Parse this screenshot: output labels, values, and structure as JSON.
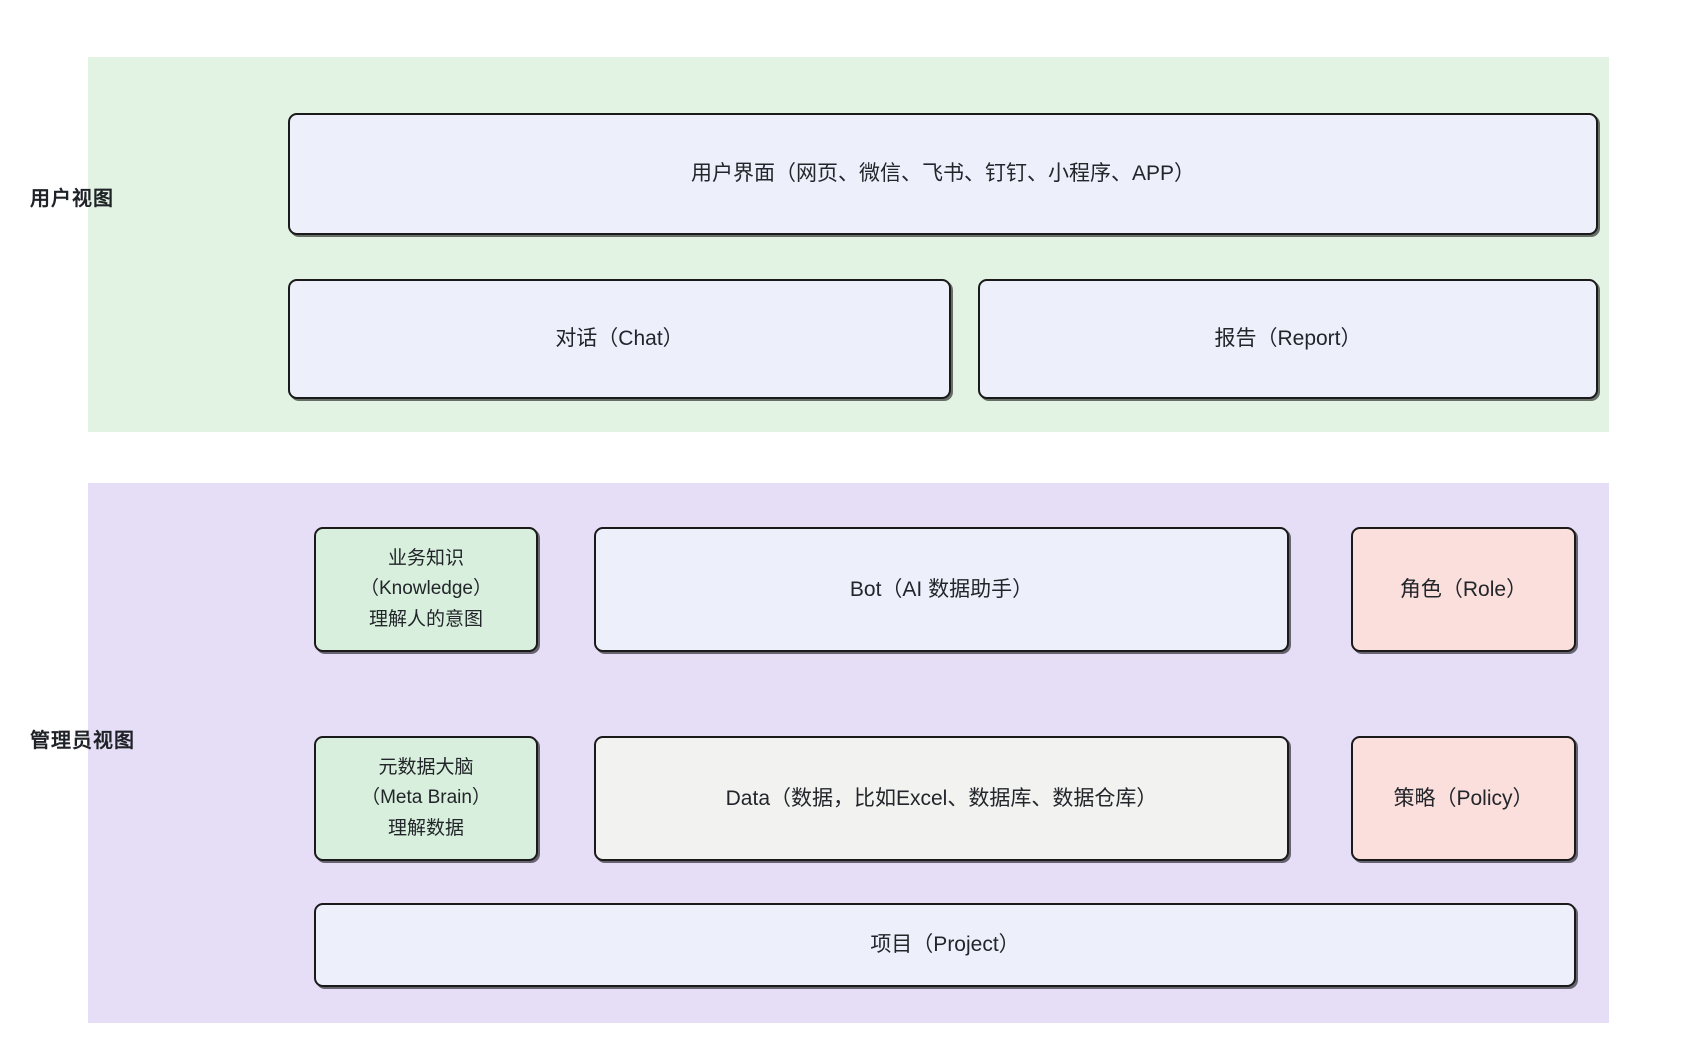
{
  "diagram": {
    "type": "layered-architecture",
    "bands": [
      {
        "id": "user-view",
        "label": "用户视图",
        "background": "#e2f3e4",
        "nodes": [
          {
            "id": "ui",
            "label": "用户界面（网页、微信、飞书、钉钉、小程序、APP）",
            "fill": "#edf0fa"
          },
          {
            "id": "chat",
            "label": "对话（Chat）",
            "fill": "#edf0fa"
          },
          {
            "id": "report",
            "label": "报告（Report）",
            "fill": "#edf0fa"
          }
        ]
      },
      {
        "id": "admin-view",
        "label": "管理员视图",
        "background": "#e6ddf7",
        "nodes": [
          {
            "id": "knowledge",
            "lines": [
              "业务知识",
              "（Knowledge）",
              "理解人的意图"
            ],
            "fill": "#d9efdd"
          },
          {
            "id": "bot",
            "label": "Bot（AI 数据助手）",
            "fill": "#edf0fa"
          },
          {
            "id": "role",
            "label": "角色（Role）",
            "fill": "#fadfdd"
          },
          {
            "id": "metabrain",
            "lines": [
              "元数据大脑",
              "（Meta Brain）",
              "理解数据"
            ],
            "fill": "#d9efdd"
          },
          {
            "id": "data",
            "label": "Data（数据，比如Excel、数据库、数据仓库）",
            "fill": "#f2f2f0"
          },
          {
            "id": "policy",
            "label": "策略（Policy）",
            "fill": "#fadfdd"
          },
          {
            "id": "project",
            "label": "项目（Project）",
            "fill": "#edf0fa"
          }
        ]
      }
    ]
  },
  "nodes": {
    "ui": "用户界面（网页、微信、飞书、钉钉、小程序、APP）",
    "chat": "对话（Chat）",
    "report": "报告（Report）",
    "bot": "Bot（AI 数据助手）",
    "role": "角色（Role）",
    "data": "Data（数据，比如Excel、数据库、数据仓库）",
    "policy": "策略（Policy）",
    "project": "项目（Project）",
    "knowledge_l1": "业务知识",
    "knowledge_l2": "（Knowledge）",
    "knowledge_l3": "理解人的意图",
    "metabrain_l1": "元数据大脑",
    "metabrain_l2": "（Meta Brain）",
    "metabrain_l3": "理解数据"
  },
  "labels": {
    "user_view": "用户视图",
    "admin_view": "管理员视图"
  },
  "colors": {
    "band_user": "#e2f3e4",
    "band_admin": "#e6ddf7",
    "node_blue": "#edf0fa",
    "node_green": "#d9efdd",
    "node_pink": "#fadfdd",
    "node_gray": "#f2f2f0",
    "stroke": "#1a1a1a"
  }
}
